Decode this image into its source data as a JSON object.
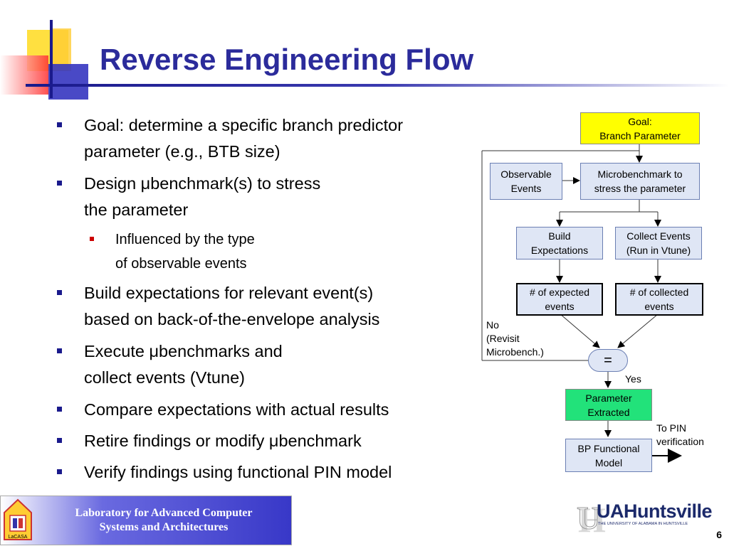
{
  "slide": {
    "title": "Reverse Engineering Flow",
    "page_number": "6"
  },
  "bullets": [
    {
      "line1": "Goal: determine a specific branch predictor",
      "line2": "parameter (e.g., BTB size)"
    },
    {
      "line1": "Design μbenchmark(s) to stress",
      "line2": "the parameter"
    },
    {
      "sub_line1": "Influenced by the type",
      "sub_line2": "of observable events"
    },
    {
      "line1": "Build expectations for relevant event(s)",
      "line2": "based on back-of-the-envelope analysis"
    },
    {
      "line1": "Execute μbenchmarks and",
      "line2": "collect events (Vtune)"
    },
    {
      "line1": "Compare expectations with actual results"
    },
    {
      "line1": "Retire findings or modify μbenchmark"
    },
    {
      "line1": "Verify findings using functional PIN model"
    }
  ],
  "flow": {
    "goal": [
      "Goal:",
      "Branch Parameter"
    ],
    "observable": [
      "Observable",
      "Events"
    ],
    "microbench": [
      "Microbenchmark to",
      "stress the parameter"
    ],
    "build": [
      "Build",
      "Expectations"
    ],
    "collect": [
      "Collect Events",
      "(Run in Vtune)"
    ],
    "expected": [
      "# of expected",
      "events"
    ],
    "collected": [
      "# of collected",
      "events"
    ],
    "compare": "=",
    "no_label": [
      "No",
      "(Revisit",
      "Microbench.)"
    ],
    "yes_label": "Yes",
    "param": [
      "Parameter",
      "Extracted"
    ],
    "bp": [
      "BP Functional",
      "Model"
    ],
    "pin": [
      "To PIN",
      "verification"
    ]
  },
  "footer": {
    "lab_line1": "Laboratory for Advanced Computer",
    "lab_line2": "Systems and Architectures",
    "lacasa_logo": "LaCASA",
    "uah_logo": "UAHuntsville",
    "uah_sub": "THE UNIVERSITY OF ALABAMA IN HUNTSVILLE"
  },
  "colors": {
    "title": "#2b2b9b",
    "goal_box": "#ffff00",
    "param_box": "#22e27a",
    "flow_box": "#dfe6f5"
  }
}
